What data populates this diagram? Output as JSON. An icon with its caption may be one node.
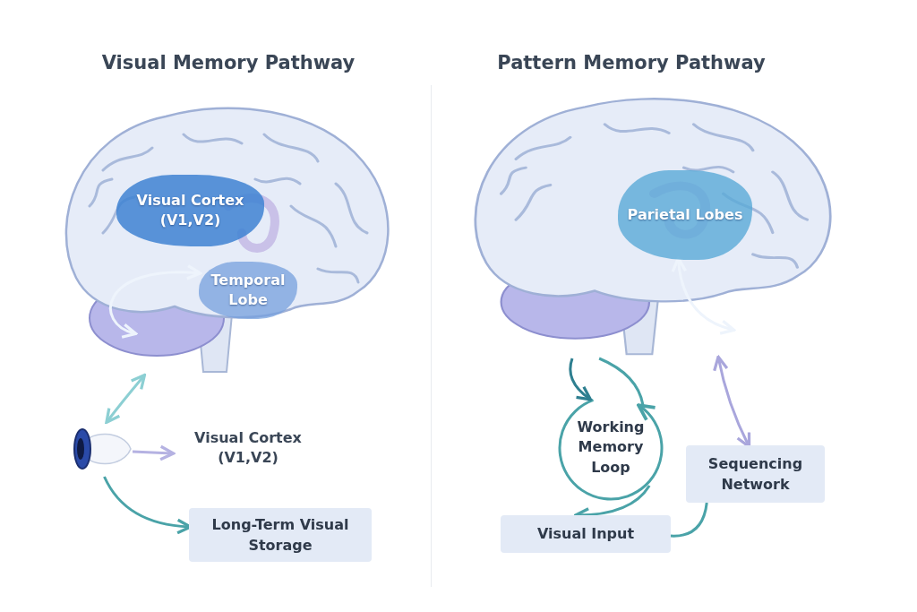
{
  "diagram": {
    "nodes": [
      {
        "text": [],
        "shape": "picture"
      },
      {
        "text": [
          "Visual Cortex (V1,V2)"
        ],
        "in": 0
      },
      {
        "text": [
          "Temporal Lobe"
        ],
        "in": 0
      },
      {
        "text": [],
        "shape": "picture"
      },
      {
        "text": [
          "Visual Cortex (V1,V2)"
        ]
      },
      {
        "text": [
          "Long-Term Visual Storage"
        ]
      },
      {
        "text": [],
        "shape": "picture"
      },
      {
        "text": [
          "Parietal Lobes"
        ],
        "in": 6
      },
      {
        "text": [
          "Working Memory Loop"
        ]
      },
      {
        "text": [
          "Sequencing Network"
        ]
      },
      {
        "text": [
          "Visual Input"
        ]
      }
    ],
    "edges": [
      {
        "from": 3,
        "to": 0,
        "arrow": "both",
        "color": "#8ccfd3"
      },
      {
        "from": 3,
        "to": 4,
        "arrow": "to",
        "color": "#b5b2e2"
      },
      {
        "from": 3,
        "to": 5,
        "arrow": "to"
      },
      {
        "from": 6,
        "to": 8,
        "arrow": "to",
        "color": "#2e7f90"
      },
      {
        "from": 8,
        "to": 10,
        "arrow": "to"
      },
      {
        "from": 10,
        "to": 9,
        "arrow": "none"
      },
      {
        "from": 6,
        "to": 9,
        "arrow": "both",
        "color": "#a9a6dc"
      },
      {
        "from": 8,
        "to": 6,
        "arrow": "none"
      },
      {
        "from": null,
        "to": 2,
        "arrow": "both",
        "color": "#eef4fc"
      },
      {
        "from": 7,
        "to": null,
        "arrow": "both",
        "color": "#eef4fc"
      }
    ],
    "labels": [
      "Visual Memory Pathway",
      "Pattern Memory Pathway"
    ]
  }
}
